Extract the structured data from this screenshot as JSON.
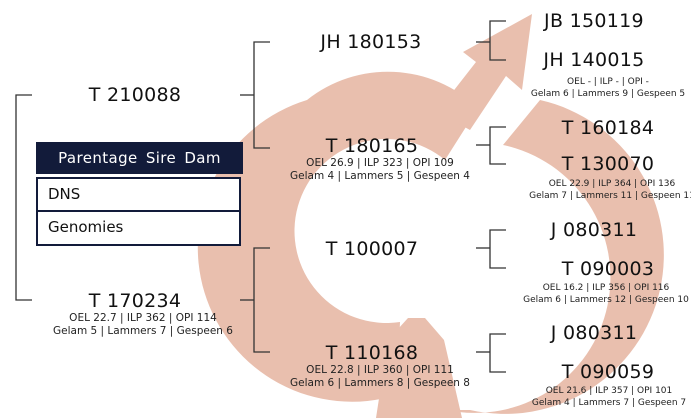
{
  "colors": {
    "logo": "#e9bfae",
    "bracket": "#333333",
    "menu_bg": "#121b3a"
  },
  "menu": {
    "header": "Parentage Sire Dam",
    "items": [
      {
        "label": "DNS"
      },
      {
        "label": "Genomies"
      }
    ]
  },
  "nodes": {
    "root": {
      "id": "T 210088"
    },
    "sire": {
      "id": "T 170234",
      "stats1": "OEL 22.7 | ILP 362 | OPI 114",
      "stats2": "Gelam 5 | Lammers 7 | Gespeen 6"
    },
    "sire_sire": {
      "id": "JH 180153"
    },
    "sire_dam": {
      "id": "T 180165",
      "stats1": "OEL 26.9 | ILP 323 | OPI 109",
      "stats2": "Gelam 4 | Lammers 5 | Gespeen 4"
    },
    "dam_sire": {
      "id": "T 100007"
    },
    "dam_dam": {
      "id": "T 110168",
      "stats1": "OEL 22.8 | ILP 360 | OPI 111",
      "stats2": "Gelam 6 | Lammers 8 | Gespeen 8"
    },
    "g1": {
      "id": "JB 150119"
    },
    "g2": {
      "id": "JH 140015",
      "stats1": "OEL - | ILP - | OPI -",
      "stats2": "Gelam 6 | Lammers 9 | Gespeen 5"
    },
    "g3": {
      "id": "T 160184"
    },
    "g4": {
      "id": "T 130070",
      "stats1": "OEL 22.9 | ILP 364 | OPI 136",
      "stats2": "Gelam 7 | Lammers 11 | Gespeen 11"
    },
    "g5": {
      "id": "J 080311"
    },
    "g6": {
      "id": "T 090003",
      "stats1": "OEL 16.2 | ILP 356 | OPI 116",
      "stats2": "Gelam 6 | Lammers 12 | Gespeen 10"
    },
    "g7": {
      "id": "J 080311"
    },
    "g8": {
      "id": "T 090059",
      "stats1": "OEL 21.6 | ILP 357 | OPI 101",
      "stats2": "Gelam 4 | Lammers 7 | Gespeen 7"
    }
  }
}
